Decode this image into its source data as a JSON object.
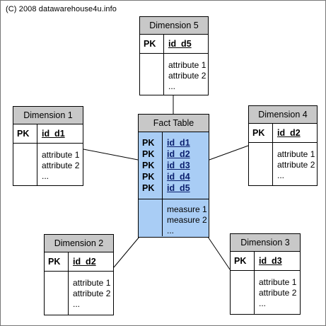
{
  "copyright": "(C) 2008 datawarehouse4u.info",
  "fact_table": {
    "title": "Fact Table",
    "pk_labels": [
      "PK",
      "PK",
      "PK",
      "PK",
      "PK"
    ],
    "keys": [
      "id_d1",
      "id_d2",
      "id_d3",
      "id_d4",
      "id_d5"
    ],
    "measures": [
      "measure 1",
      "measure 2",
      "..."
    ],
    "fill_color": "#a9cdf5"
  },
  "dimensions": {
    "d5": {
      "title": "Dimension 5",
      "pk": "PK",
      "key": "id_d5",
      "attributes": [
        "attribute 1",
        "attribute 2",
        "..."
      ]
    },
    "d1": {
      "title": "Dimension 1",
      "pk": "PK",
      "key": "id_d1",
      "attributes": [
        "attribute 1",
        "attribute 2",
        "..."
      ]
    },
    "d4": {
      "title": "Dimension 4",
      "pk": "PK",
      "key": "id_d2",
      "attributes": [
        "attribute 1",
        "attribute 2",
        "..."
      ]
    },
    "d2": {
      "title": "Dimension 2",
      "pk": "PK",
      "key": "id_d2",
      "attributes": [
        "attribute 1",
        "attribute 2",
        "..."
      ]
    },
    "d3": {
      "title": "Dimension 3",
      "pk": "PK",
      "key": "id_d3",
      "attributes": [
        "attribute 1",
        "attribute 2",
        "..."
      ]
    }
  },
  "colors": {
    "title_fill": "#c8c8c8",
    "border": "#000000"
  }
}
